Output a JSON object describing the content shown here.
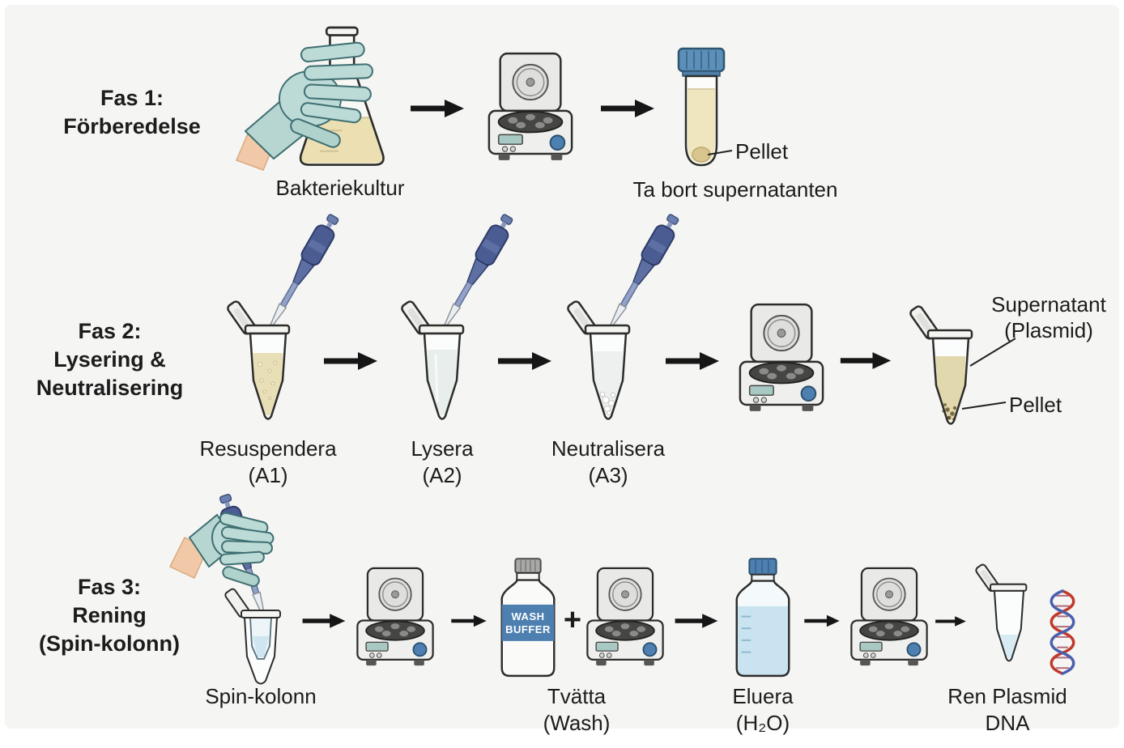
{
  "colors": {
    "background": "#f5f5f3",
    "text": "#1c1c1c",
    "accent_blue": "#4d7fb0",
    "glove_teal": "#bcdad6",
    "liquid_yellow": "#ece0b2"
  },
  "phase1": {
    "label_line1": "Fas 1:",
    "label_line2": "Förberedelse",
    "flask_caption": "Bakteriekultur",
    "pellet_label": "Pellet",
    "result_caption": "Ta bort supernatanten"
  },
  "phase2": {
    "label_line1": "Fas 2:",
    "label_line2": "Lysering &",
    "label_line3": "Neutralisering",
    "steps": [
      {
        "line1": "Resuspendera",
        "line2": "(A1)"
      },
      {
        "line1": "Lysera",
        "line2": "(A2)"
      },
      {
        "line1": "Neutralisera",
        "line2": "(A3)"
      }
    ],
    "supernatant_line1": "Supernatant",
    "supernatant_line2": "(Plasmid)",
    "pellet_label": "Pellet"
  },
  "phase3": {
    "label_line1": "Fas 3:",
    "label_line2": "Rening",
    "label_line3": "(Spin-kolonn)",
    "spin_caption": "Spin-kolonn",
    "plus": "+",
    "wash_bottle_line1": "WASH",
    "wash_bottle_line2": "BUFFER",
    "wash_caption_line1": "Tvätta",
    "wash_caption_line2": "(Wash)",
    "elute_caption_line1": "Eluera",
    "elute_caption_line2": "(H₂O)",
    "final_caption_line1": "Ren Plasmid",
    "final_caption_line2": "DNA"
  }
}
